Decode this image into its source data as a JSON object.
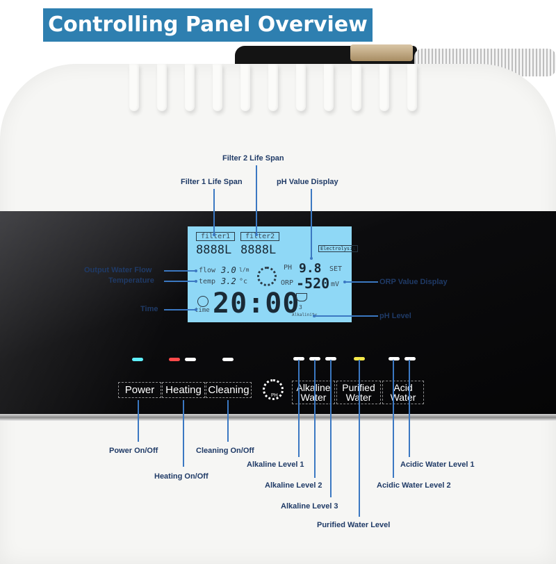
{
  "title": "Controlling Panel Overview",
  "lcd": {
    "filter1_tag": "filter1",
    "filter2_tag": "filter2",
    "filter1_digits": "8888L",
    "filter2_digits": "8888L",
    "flow_label": "flow",
    "flow_value": "3.0",
    "flow_unit": "l/m",
    "temp_label": "temp",
    "temp_value": "3.2",
    "temp_unit": "°c",
    "time_label": "time",
    "time_value": "20:00",
    "electrolysis": "Electrolysis",
    "ph_label": "PH",
    "ph_value": "9.8",
    "set_label": "SET",
    "orp_label": "ORP",
    "orp_value": "-520",
    "orp_unit": "mV",
    "level_number": "3",
    "level_text": "Alkalinity"
  },
  "buttons": {
    "power": "Power",
    "heating": "Heating",
    "cleaning": "Cleaning",
    "ph_icon_label": "PH",
    "alkaline_line1": "Alkaline",
    "alkaline_line2": "Water",
    "purified_line1": "Purified",
    "purified_line2": "Water",
    "acid_line1": "Acid",
    "acid_line2": "Water"
  },
  "callouts": {
    "filter2": "Filter 2 Life Span",
    "filter1": "Filter 1 Life Span",
    "ph_display": "pH Value Display",
    "output_flow": "Output Water Flow",
    "temperature": "Temperature",
    "time": "Time",
    "orp_display": "ORP Value Display",
    "ph_level": "pH Level",
    "power": "Power On/Off",
    "heating": "Heating On/Off",
    "cleaning": "Cleaning On/Off",
    "alkaline1": "Alkaline Level 1",
    "alkaline2": "Alkaline Level 2",
    "alkaline3": "Alkaline Level 3",
    "purified": "Purified Water Level",
    "acidic1": "Acidic Water Level 1",
    "acidic2": "Acidic Water Level 2"
  },
  "colors": {
    "banner": "#2e7fb0",
    "callout_line": "#3b78c2",
    "callout_text": "#1f3a66",
    "lcd": "#8fd8f6",
    "led_cyan": "#5ff0ff",
    "led_red": "#ff4a4a",
    "led_white": "#ffffff",
    "led_yellow": "#f5e94a"
  }
}
